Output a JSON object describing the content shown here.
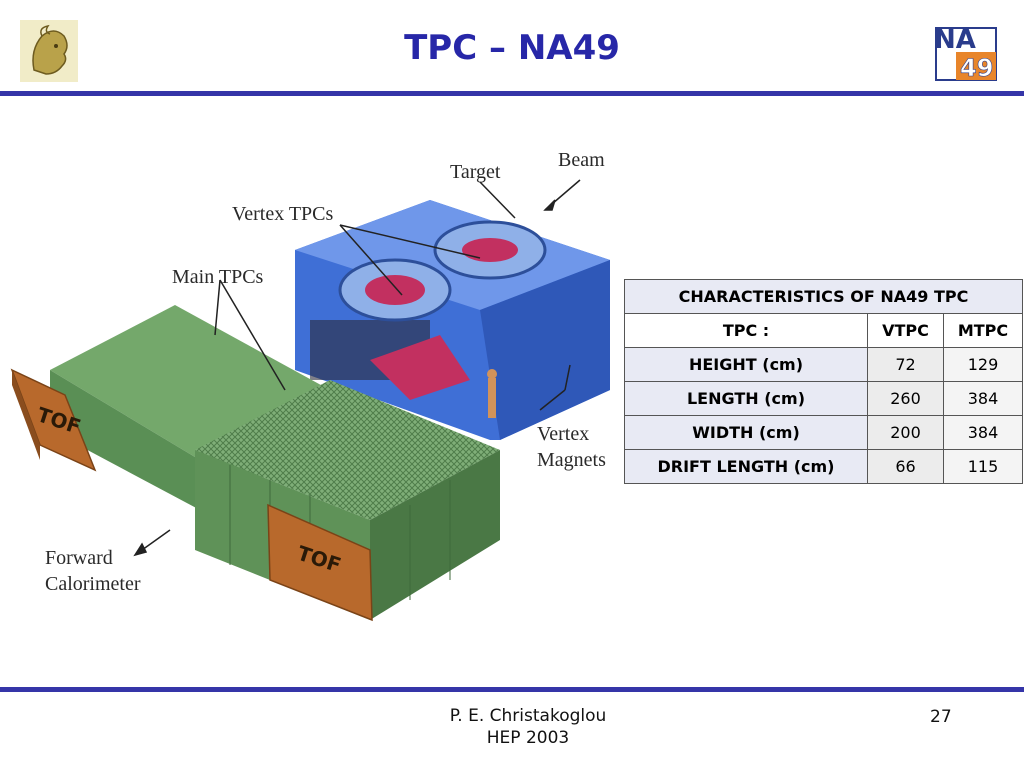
{
  "slide": {
    "title": "TPC – NA49",
    "logo_right": {
      "line1": "NA",
      "line2": "49"
    },
    "footer": {
      "author": "P. E. Christakoglou",
      "event": "HEP 2003",
      "page_number": "27"
    }
  },
  "diagram": {
    "labels": {
      "beam": "Beam",
      "target": "Target",
      "vertex_tpcs": "Vertex TPCs",
      "main_tpcs": "Main TPCs",
      "vertex_magnets_line1": "Vertex",
      "vertex_magnets_line2": "Magnets",
      "forward_line1": "Forward",
      "forward_line2": "Calorimeter",
      "tof_left": "TOF",
      "tof_right": "TOF"
    }
  },
  "table": {
    "caption": "CHARACTERISTICS OF NA49 TPC",
    "header": {
      "label": "TPC :",
      "col1": "VTPC",
      "col2": "MTPC"
    },
    "rows": [
      {
        "label": "HEIGHT   (cm)",
        "vtpc": "72",
        "mtpc": "129"
      },
      {
        "label": "LENGTH  (cm)",
        "vtpc": "260",
        "mtpc": "384"
      },
      {
        "label": "WIDTH  (cm)",
        "vtpc": "200",
        "mtpc": "384"
      },
      {
        "label": "DRIFT LENGTH  (cm)",
        "vtpc": "66",
        "mtpc": "115"
      }
    ]
  },
  "colors": {
    "accent": "#3535a8",
    "title": "#2727a8",
    "magnet": "#3f6fd6",
    "tpc_green": "#5a8f55",
    "tof": "#b8692c"
  }
}
